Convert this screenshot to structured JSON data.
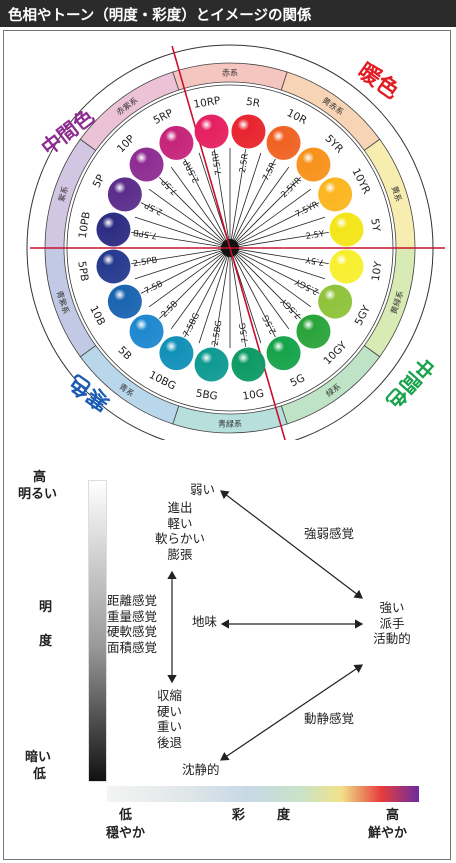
{
  "title": "色相やトーン（明度・彩度）とイメージの関係",
  "wheel": {
    "outer_labels": {
      "warm": "暖色",
      "cool": "寒色",
      "mid_left": "中間色",
      "mid_right": "中間色"
    },
    "segment_labels": [
      "赤系",
      "黄赤系",
      "黄系",
      "黄緑系",
      "緑系",
      "青緑系",
      "青系",
      "青紫系",
      "紫系",
      "赤紫系"
    ],
    "outer_hues": [
      "5R",
      "10R",
      "5YR",
      "10YR",
      "5Y",
      "10Y",
      "5GY",
      "10GY",
      "5G",
      "10G",
      "5BG",
      "10BG",
      "5B",
      "10B",
      "5PB",
      "10PB",
      "5P",
      "10P",
      "5RP",
      "10RP"
    ],
    "inner_hues": [
      "2.5R",
      "7.5R",
      "2.5YR",
      "7.5YR",
      "2.5Y",
      "7.5Y",
      "2.5GY",
      "7.5GY",
      "2.5G",
      "7.5G",
      "2.5BG",
      "7.5BG",
      "2.5B",
      "7.5B",
      "2.5PB",
      "7.5PB",
      "2.5P",
      "7.5P",
      "2.5RP",
      "7.5RP"
    ],
    "ball_colors": [
      "#e8242f",
      "#f06222",
      "#f7921c",
      "#fbb51f",
      "#f4e519",
      "#f7ef2e",
      "#8fc33a",
      "#2aa43a",
      "#16a34a",
      "#0d9a64",
      "#0f9a92",
      "#1290b8",
      "#1e88cf",
      "#1a64b0",
      "#263a8e",
      "#2c2c82",
      "#5a2d8a",
      "#8e2c92",
      "#c62479",
      "#e52061"
    ],
    "segment_colors": [
      "#f5c6c0",
      "#f8d4b6",
      "#f8edb0",
      "#d9ebb5",
      "#bfe3c6",
      "#b7e0dc",
      "#b9d7ea",
      "#c2c9e4",
      "#d3c6e2",
      "#ecc2d6"
    ]
  },
  "diagram": {
    "y_axis": {
      "top_high": "高",
      "top_label": "明るい",
      "mid_1": "明",
      "mid_2": "度",
      "bottom_label": "暗い",
      "bottom_low": "低"
    },
    "x_axis": {
      "left_low": "低",
      "left_label": "穏やか",
      "mid_1": "彩",
      "mid_2": "度",
      "right_high": "高",
      "right_label": "鮮やか"
    },
    "nodes": {
      "weak": "弱い",
      "advance": [
        "進出",
        "軽い",
        "軟らかい",
        "膨張"
      ],
      "sensations": [
        "距離感覚",
        "重量感覚",
        "硬軟感覚",
        "面積感覚"
      ],
      "plain": "地味",
      "strong": [
        "強い",
        "派手",
        "活動的"
      ],
      "shrink": [
        "収縮",
        "硬い",
        "重い",
        "後退"
      ],
      "calm": "沈静的"
    },
    "edges": {
      "strength": "強弱感覚",
      "motion": "動静感覚"
    }
  }
}
